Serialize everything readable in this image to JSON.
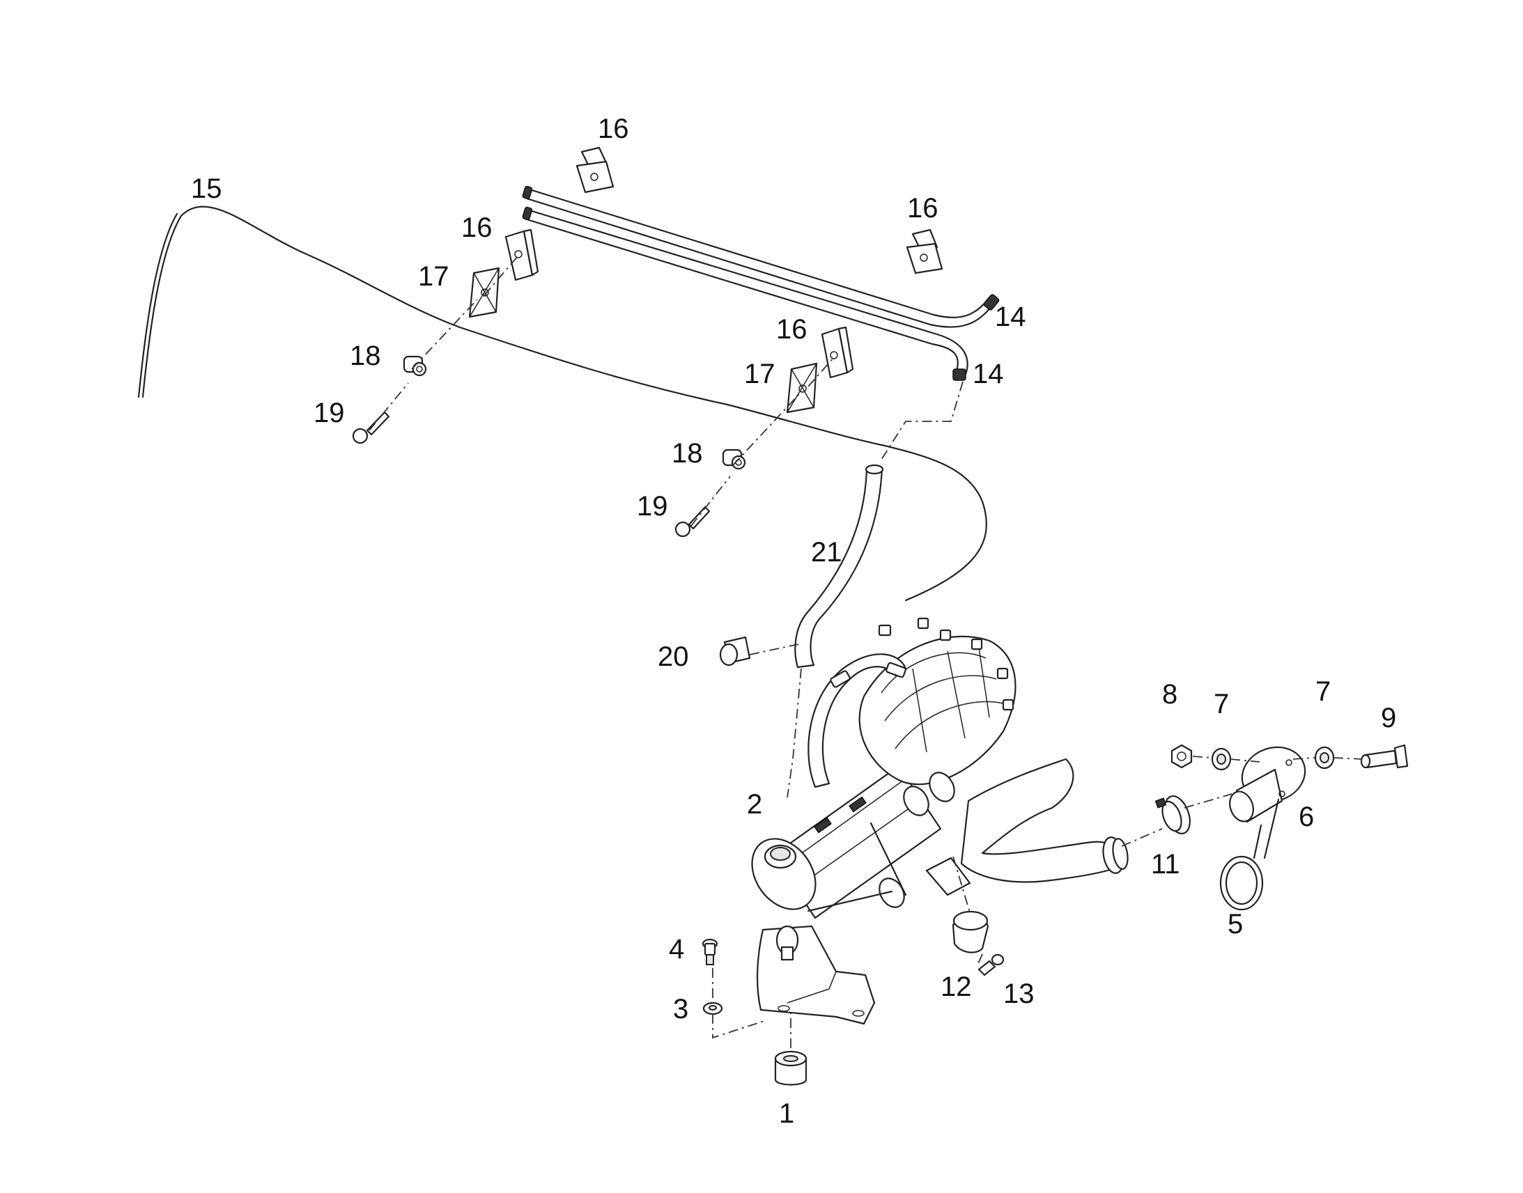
{
  "callouts": [
    "1",
    "2",
    "3",
    "4",
    "5",
    "6",
    "7",
    "7",
    "8",
    "9",
    "11",
    "12",
    "13",
    "14",
    "14",
    "15",
    "16",
    "16",
    "16",
    "16",
    "17",
    "17",
    "18",
    "18",
    "19",
    "19",
    "20",
    "21"
  ],
  "colors": {
    "ink": "#222222",
    "background": "#ffffff"
  }
}
